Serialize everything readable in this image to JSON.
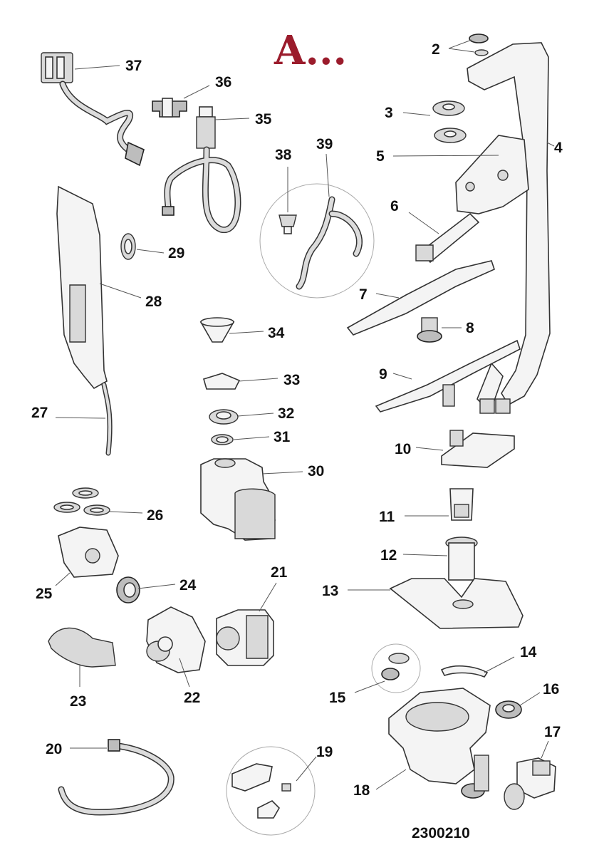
{
  "title": "A...",
  "drawing_number": "2300210",
  "labels": {
    "p2": "2",
    "p3": "3",
    "p4": "4",
    "p5": "5",
    "p6": "6",
    "p7": "7",
    "p8": "8",
    "p9": "9",
    "p10": "10",
    "p11": "11",
    "p12": "12",
    "p13": "13",
    "p14": "14",
    "p15": "15",
    "p16": "16",
    "p17": "17",
    "p18": "18",
    "p19": "19",
    "p20": "20",
    "p21": "21",
    "p22": "22",
    "p23": "23",
    "p24": "24",
    "p25": "25",
    "p26": "26",
    "p27": "27",
    "p28": "28",
    "p29": "29",
    "p30": "30",
    "p31": "31",
    "p32": "32",
    "p33": "33",
    "p34": "34",
    "p35": "35",
    "p36": "36",
    "p37": "37",
    "p38": "38",
    "p39": "39"
  },
  "colors": {
    "title": "#9b1c2c",
    "line": "#333333",
    "fill": "#f4f4f4"
  }
}
